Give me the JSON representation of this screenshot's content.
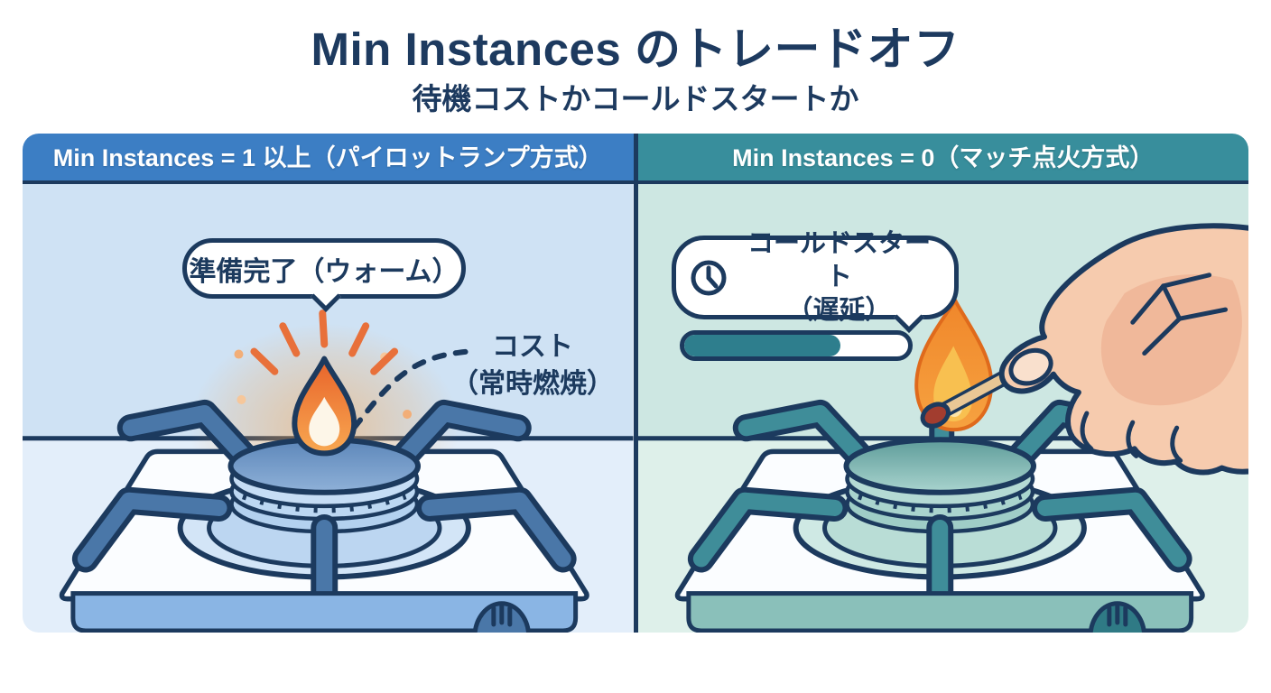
{
  "title": "Min Instances のトレードオフ",
  "subtitle": "待機コストかコールドスタートか",
  "panels": {
    "left": {
      "header": "Min Instances = 1 以上（パイロットランプ方式）",
      "bubble": "準備完了（ウォーム）",
      "cost_line1": "コスト",
      "cost_line2": "（常時燃焼）"
    },
    "right": {
      "header": "Min Instances = 0（マッチ点火方式）",
      "bubble_line1": "コールドスタート",
      "bubble_line2": "（遅延）",
      "progress_percent": 70
    }
  },
  "icons": {
    "clock": "clock-icon",
    "left_scene": "pilot-flame-stove-illustration",
    "right_scene": "match-ignition-stove-illustration"
  },
  "colors": {
    "navy": "#1c3a5e",
    "title": "#1d3a5f",
    "left_header": "#3c7ec4",
    "right_header": "#388e9c",
    "left_wall": "#cfe2f4",
    "left_counter": "#e3eefa",
    "left_front": "#8ab5e4",
    "left_steel": "#4a77a8",
    "right_wall": "#cde7e2",
    "right_counter": "#def0ea",
    "right_front": "#8ac0ba",
    "right_steel": "#3f8d99",
    "flame_orange": "#ef7f2f",
    "progress_fill": "#2e7e8d",
    "skin": "#f6cbae"
  }
}
